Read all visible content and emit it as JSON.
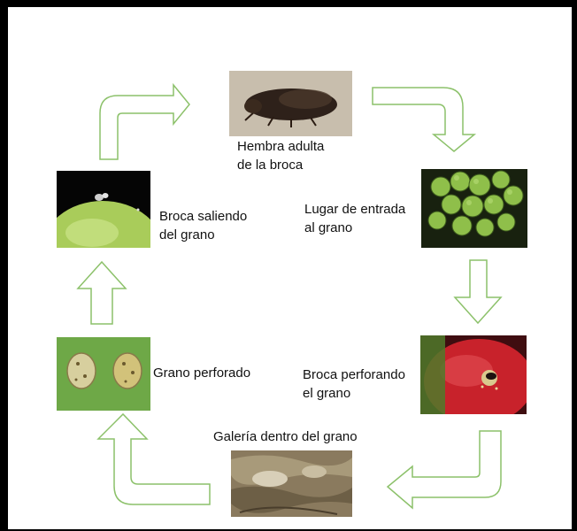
{
  "stages": {
    "adult_female": {
      "line1": "Hembra adulta",
      "line2": "de la broca"
    },
    "entry_place": {
      "line1": "Lugar de entrada",
      "line2": "al grano"
    },
    "boring": {
      "line1": "Broca perforando",
      "line2": "el grano"
    },
    "gallery": {
      "line1": "Galería dentro del grano"
    },
    "perforated": {
      "line1": "Grano perforado"
    },
    "exiting": {
      "line1": "Broca saliendo",
      "line2": "del grano"
    }
  },
  "colors": {
    "arrow_stroke": "#8cc16a",
    "frame": "#000000"
  },
  "icons": [
    "arrow-right-bent",
    "arrow-down-bent",
    "arrow-down",
    "arrow-left-bent",
    "arrow-up-bent",
    "arrow-up"
  ]
}
